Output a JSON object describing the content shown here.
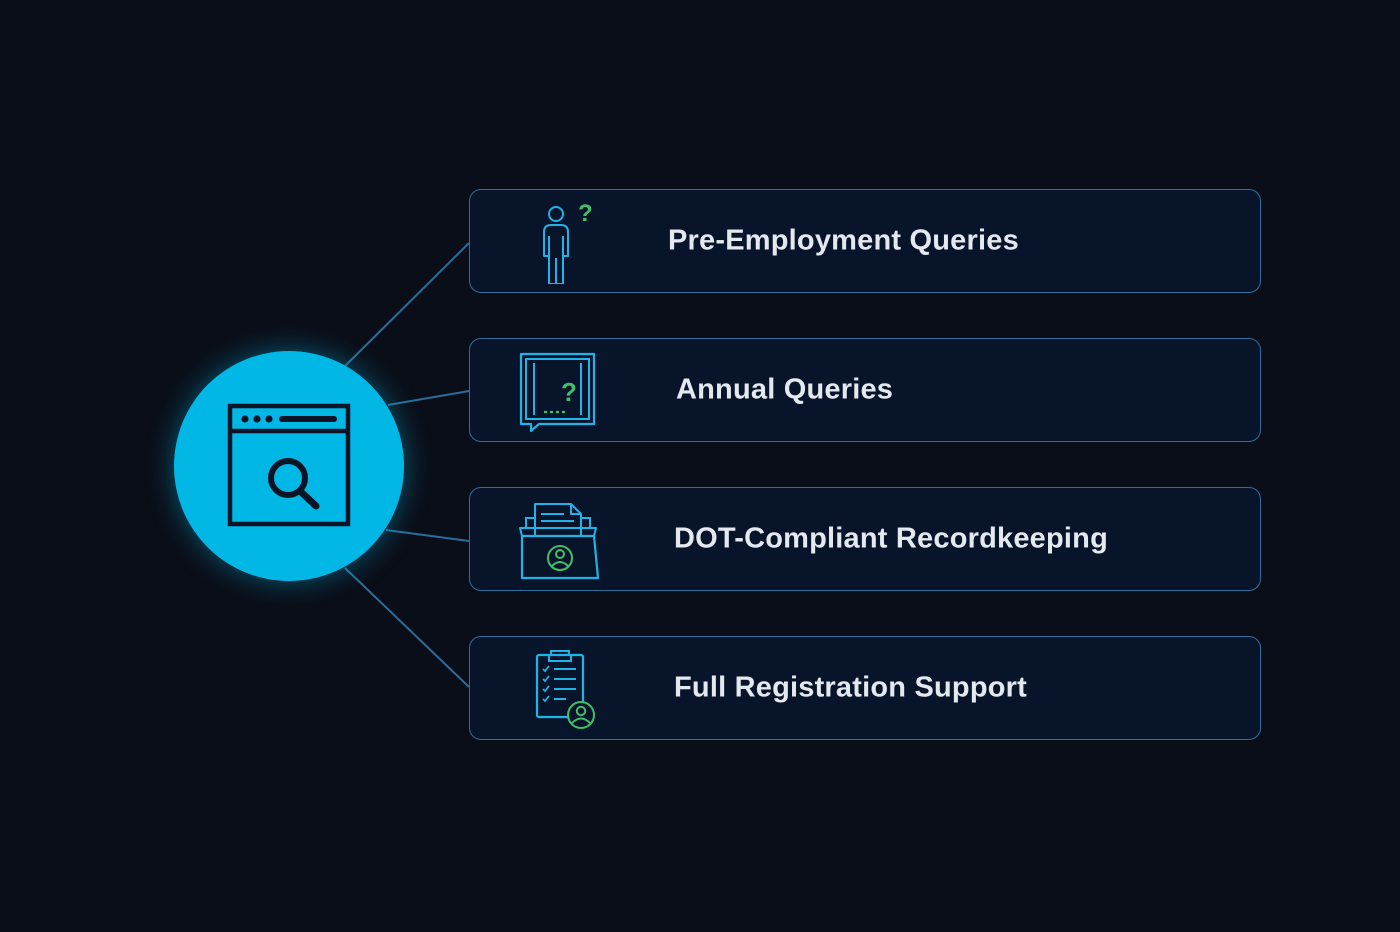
{
  "colors": {
    "background": "#0a0e18",
    "hub": "#00b7e6",
    "card_fill": "#07142a",
    "card_border": "#2f6f9e",
    "icon_cyan": "#1fb3e8",
    "icon_green": "#3fbf6a",
    "label_text": "#e4e8ef",
    "connector": "#2a6d9a"
  },
  "hub": {
    "icon": "browser-search-icon"
  },
  "items": [
    {
      "label": "Pre-Employment Queries",
      "icon": "person-question-icon"
    },
    {
      "label": "Annual Queries",
      "icon": "chat-question-icon"
    },
    {
      "label": "DOT-Compliant Recordkeeping",
      "icon": "folder-document-user-icon"
    },
    {
      "label": "Full Registration Support",
      "icon": "clipboard-checklist-user-icon"
    }
  ]
}
